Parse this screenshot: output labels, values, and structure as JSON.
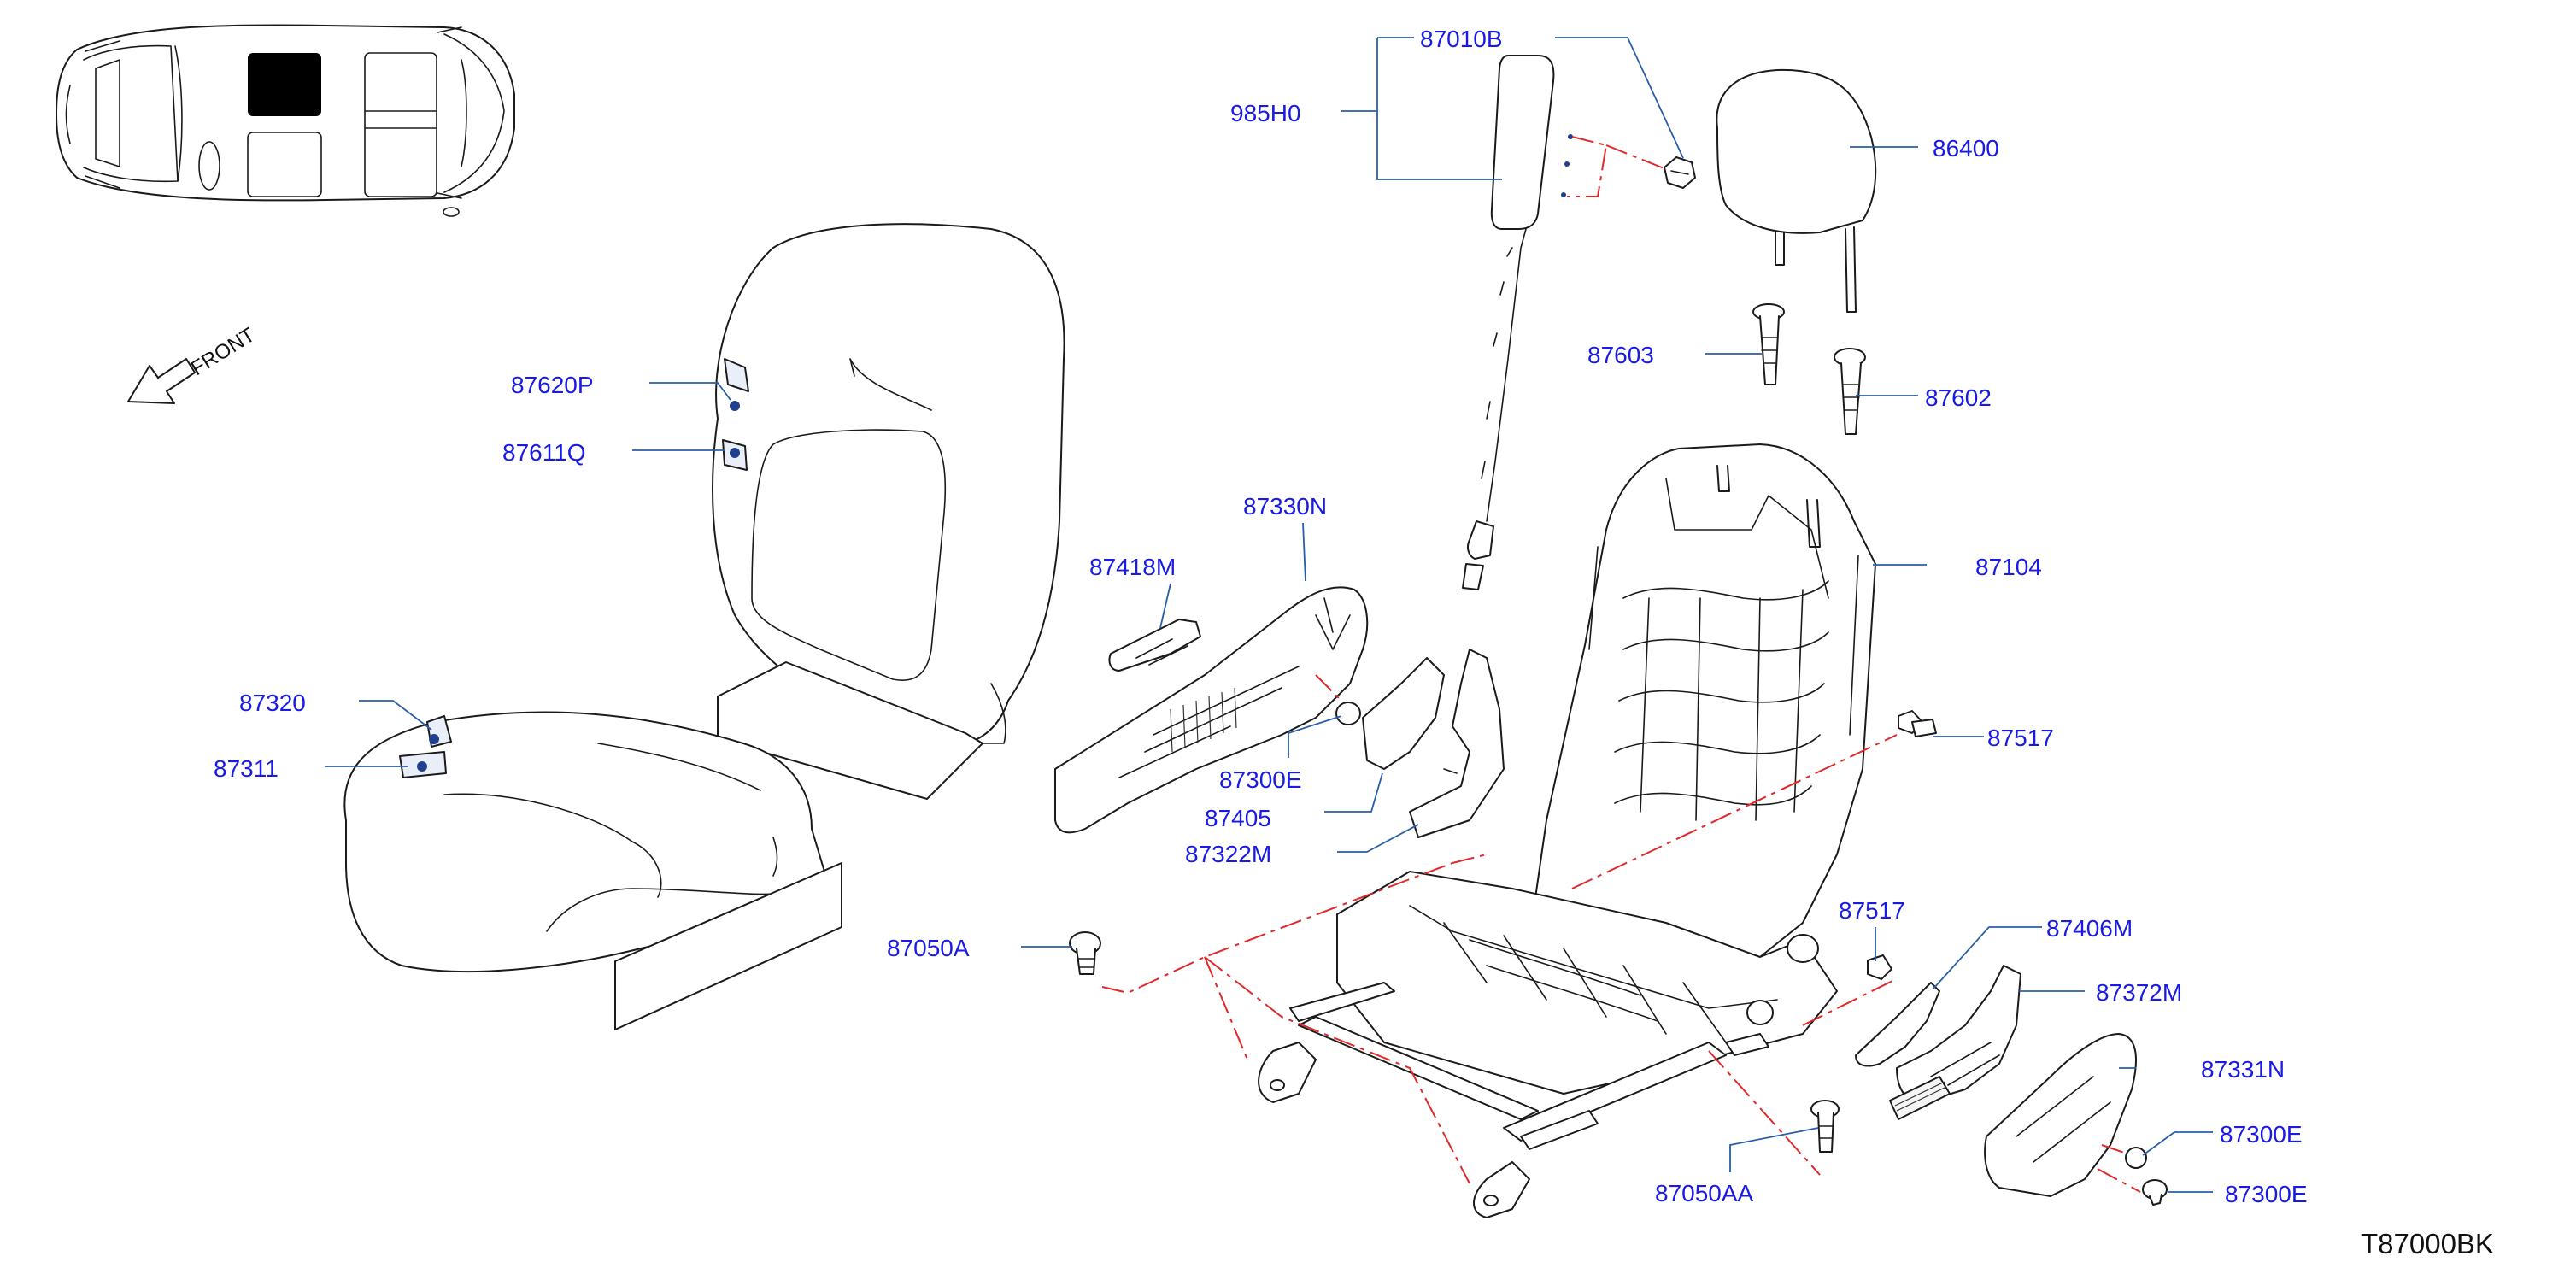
{
  "diagram_code": "T87000BK",
  "front_label": "FRONT",
  "colors": {
    "label": "#1a1ae6",
    "leader": "#2a5ea8",
    "assembly_line": "#e0282a",
    "outline": "#1b1b1b",
    "highlight": "#000000"
  },
  "parts": {
    "p87010B": "87010B",
    "p985H0": "985H0",
    "p86400": "86400",
    "p87603": "87603",
    "p87602": "87602",
    "p87620P": "87620P",
    "p87611Q": "87611Q",
    "p87330N": "87330N",
    "p87418M": "87418M",
    "p87104": "87104",
    "p87320": "87320",
    "p87311": "87311",
    "p87300E_a": "87300E",
    "p87405": "87405",
    "p87322M": "87322M",
    "p87517_a": "87517",
    "p87517_b": "87517",
    "p87406M": "87406M",
    "p87372M": "87372M",
    "p87050A": "87050A",
    "p87331N": "87331N",
    "p87300E_b": "87300E",
    "p87300E_c": "87300E",
    "p87050AA": "87050AA"
  }
}
